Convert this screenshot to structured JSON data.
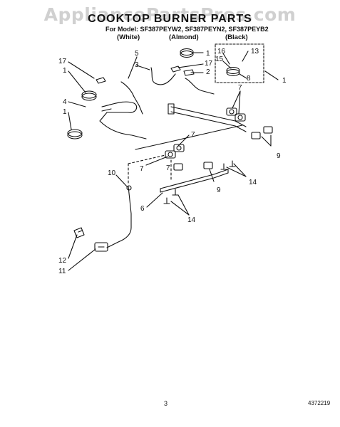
{
  "watermark": "AppliancePartsPros.com",
  "title": "COOKTOP BURNER PARTS",
  "models_line": "For Model: SF387PEYW2, SF387PEYN2, SF387PEYB2",
  "colors": [
    "(White)",
    "(Almond)",
    "(Black)"
  ],
  "callouts": [
    "17",
    "1",
    "4",
    "1",
    "5",
    "3",
    "1",
    "17",
    "2",
    "16",
    "15",
    "13",
    "8",
    "1",
    "7",
    "7",
    "7",
    "9",
    "10",
    "7",
    "9",
    "14",
    "6",
    "14",
    "12",
    "11"
  ],
  "footer": {
    "page_number": "3",
    "part_code": "4372219"
  }
}
